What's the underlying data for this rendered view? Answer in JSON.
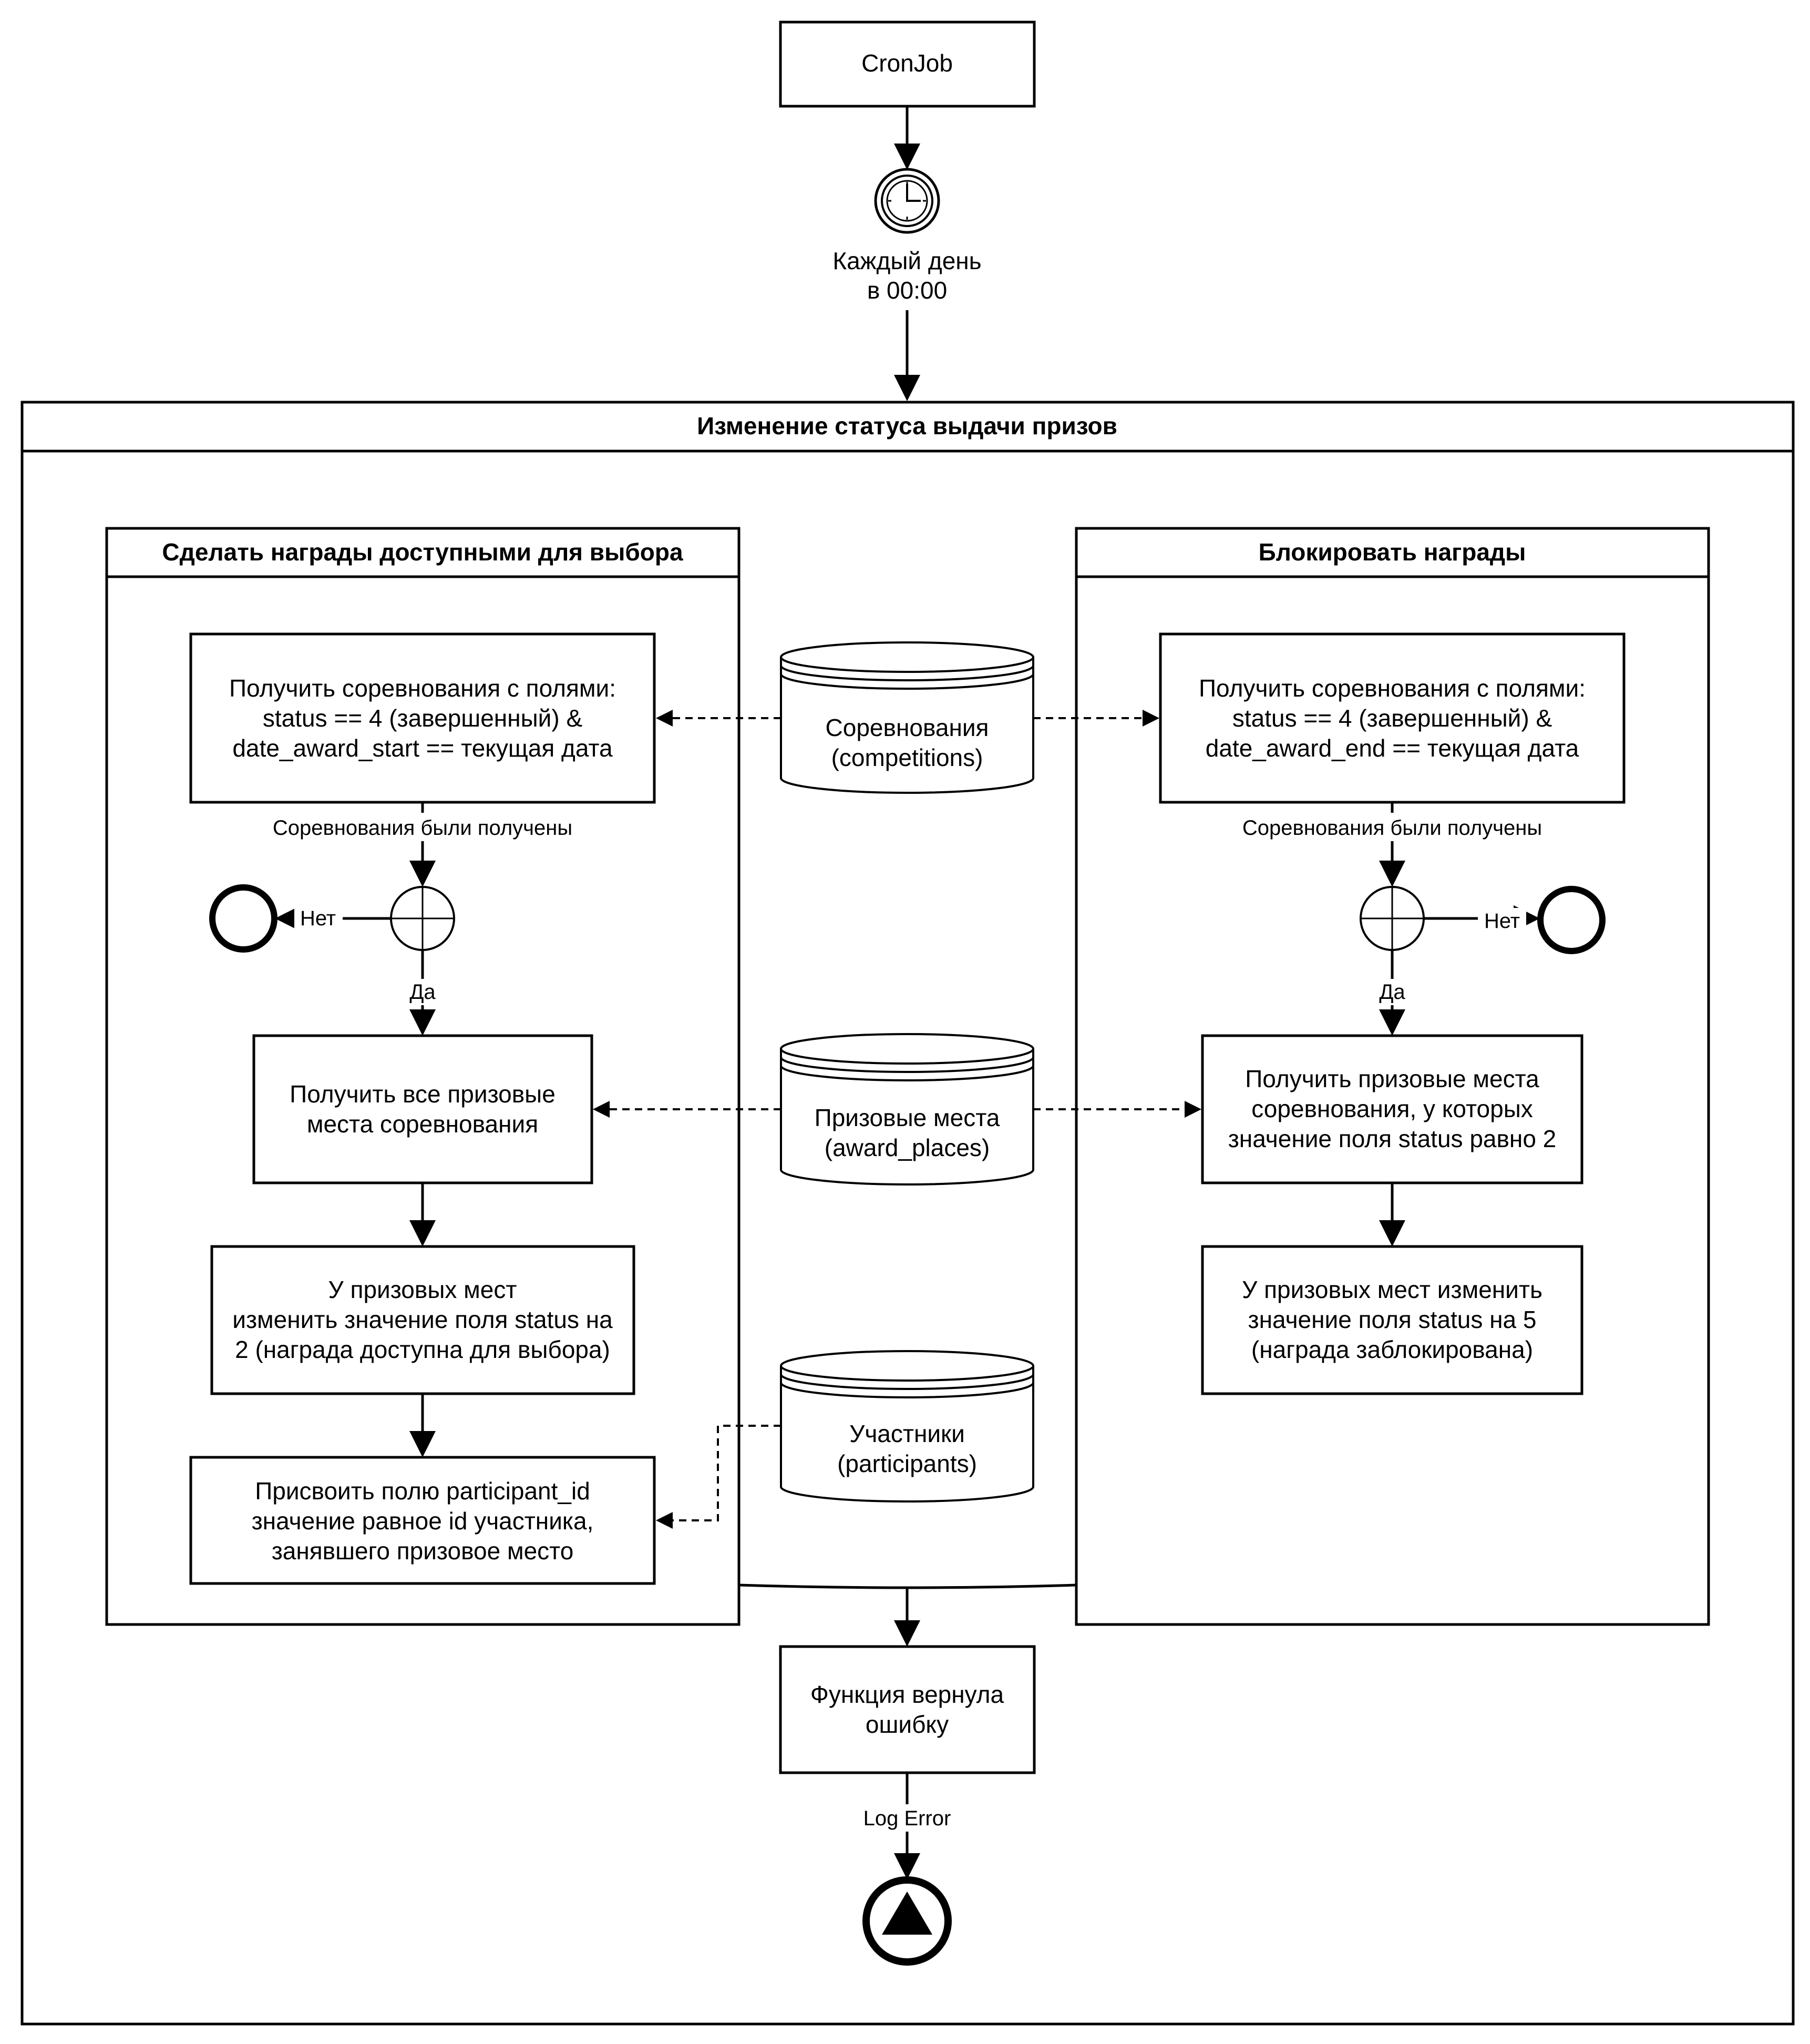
{
  "diagram": {
    "start": {
      "label": "CronJob"
    },
    "timer": {
      "label_lines": [
        "Каждый день",
        "в 00:00"
      ]
    },
    "process": {
      "title": "Изменение статуса выдачи призов",
      "left_lane": {
        "title": "Сделать награды доступными для выбора",
        "get_competitions": [
          "Получить соревнования с полями:",
          "status == 4 (завершенный) &",
          "date_award_start == текущая дата"
        ],
        "received_label": "Соревнования были получены",
        "gateway_no": "Нет",
        "gateway_yes": "Да",
        "get_places": [
          "Получить все призовые",
          "места соревнования"
        ],
        "set_status": [
          "У призовых мест",
          "изменить значение поля status на",
          "2 (награда доступна для выбора)"
        ],
        "assign_participant": [
          "Присвоить полю participant_id",
          "значение равное id участника,",
          "занявшего призовое место"
        ]
      },
      "right_lane": {
        "title": "Блокировать награды",
        "get_competitions": [
          "Получить соревнования с полями:",
          "status == 4 (завершенный) &",
          "date_award_end == текущая дата"
        ],
        "received_label": "Соревнования были получены",
        "gateway_no": "Нет",
        "gateway_yes": "Да",
        "get_places": [
          "Получить призовые места",
          "соревнования, у которых",
          "значение поля status равно 2"
        ],
        "set_status": [
          "У призовых мест изменить",
          "значение поля status на 5",
          "(награда заблокирована)"
        ]
      },
      "datastores": {
        "competitions": [
          "Соревнования",
          "(competitions)"
        ],
        "award_places": [
          "Призовые места",
          "(award_places)"
        ],
        "participants": [
          "Участники",
          "(participants)"
        ]
      },
      "error_task": [
        "Функция вернула",
        "ошибку"
      ],
      "log_label": "Log Error"
    }
  }
}
